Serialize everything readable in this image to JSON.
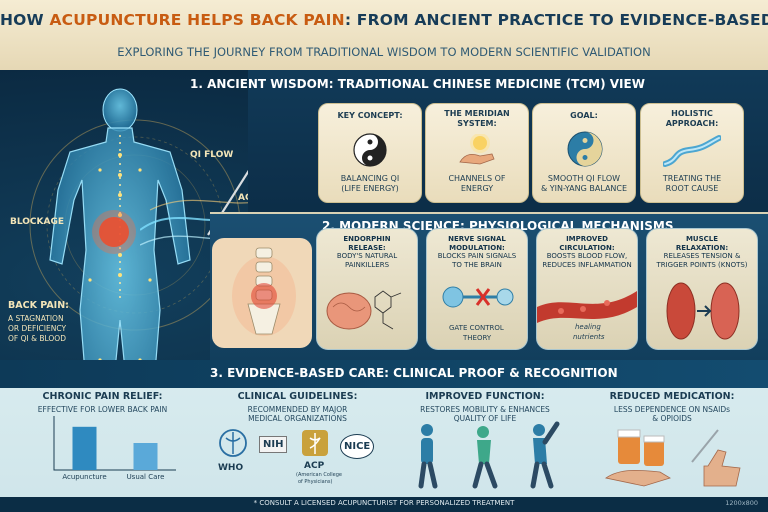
{
  "header": {
    "title_part1": "HOW ",
    "title_accent": "ACUPUNCTURE HELPS BACK PAIN",
    "title_part2": ": FROM ANCIENT PRACTICE TO EVIDENCE-BASED CARE",
    "subtitle": "EXPLORING THE JOURNEY FROM TRADITIONAL WISDOM TO MODERN SCIENTIFIC VALIDATION"
  },
  "figure_labels": {
    "qi_flow": "QI FLOW",
    "acupoint": "ACUPOINT",
    "blockage": "BLOCKAGE",
    "back_pain_title": "BACK PAIN:",
    "back_pain_l1": "A STAGNATION",
    "back_pain_l2": "OR DEFICIENCY",
    "back_pain_l3": "OF QI & BLOOD"
  },
  "section1": {
    "title": "1. ANCIENT WISDOM: TRADITIONAL CHINESE MEDICINE (TCM) VIEW",
    "cards": [
      {
        "head1": "KEY CONCEPT:",
        "head2": "",
        "body1": "BALANCING QI",
        "body2": "(LIFE ENERGY)",
        "icon": "yin-yang-icon"
      },
      {
        "head1": "THE MERIDIAN",
        "head2": "SYSTEM:",
        "body1": "CHANNELS OF",
        "body2": "ENERGY",
        "icon": "hand-light-icon"
      },
      {
        "head1": "GOAL:",
        "head2": "",
        "body1": "SMOOTH QI FLOW",
        "body2": "& YIN-YANG BALANCE",
        "icon": "yin-yang-swirl-icon"
      },
      {
        "head1": "HOLISTIC",
        "head2": "APPROACH:",
        "body1": "TREATING THE",
        "body2": "ROOT CAUSE",
        "icon": "river-icon"
      }
    ]
  },
  "section2": {
    "title": "2. MODERN SCIENCE: PHYSIOLOGICAL MECHANISMS",
    "cards": [
      {
        "l1": "ENDORPHIN",
        "l2": "RELEASE:",
        "l3": "BODY'S NATURAL",
        "l4": "PAINKILLERS",
        "icon": "brain-molecule-icon"
      },
      {
        "l1": "NERVE SIGNAL",
        "l2": "MODULATION:",
        "l3": "BLOCKS PAIN SIGNALS",
        "l4": "TO THE BRAIN",
        "icon": "nerve-gate-icon",
        "caption1": "GATE CONTROL",
        "caption2": "THEORY"
      },
      {
        "l1": "IMPROVED",
        "l2": "CIRCULATION:",
        "l3": "BOOSTS BLOOD FLOW,",
        "l4": "REDUCES INFLAMMATION",
        "icon": "blood-vessel-icon",
        "caption1": "healing",
        "caption2": "nutrients"
      },
      {
        "l1": "MUSCLE",
        "l2": "RELAXATION:",
        "l3": "RELEASES TENSION &",
        "l4": "TRIGGER POINTS (KNOTS)",
        "icon": "muscle-icon"
      }
    ]
  },
  "section3": {
    "title": "3. EVIDENCE-BASED CARE: CLINICAL PROOF & RECOGNITION",
    "col1": {
      "head": "CHRONIC PAIN RELIEF:",
      "sub": "EFFECTIVE FOR LOWER BACK PAIN"
    },
    "col2": {
      "head": "CLINICAL GUIDELINES:",
      "sub1": "RECOMMENDED BY MAJOR",
      "sub2": "MEDICAL ORGANIZATIONS",
      "orgs": [
        "WHO",
        "NIH",
        "ACP",
        "NICE"
      ],
      "acp_note1": "(American College",
      "acp_note2": "of Physicians)"
    },
    "col3": {
      "head": "IMPROVED FUNCTION:",
      "sub1": "RESTORES MOBILITY & ENHANCES",
      "sub2": "QUALITY OF LIFE"
    },
    "col4": {
      "head": "REDUCED MEDICATION:",
      "sub1": "LESS DEPENDENCE ON NSAIDs",
      "sub2": "& OPIOIDS"
    }
  },
  "chart_data": {
    "type": "bar",
    "categories": [
      "Acupuncture",
      "Usual Care"
    ],
    "values": [
      4,
      2.5
    ],
    "ylim": [
      0,
      5
    ],
    "colors": [
      "#2f8ac0",
      "#5aa9d9"
    ]
  },
  "footer": {
    "note": "* CONSULT A LICENSED ACUPUNCTURIST FOR PERSONALIZED TREATMENT",
    "dimensions": "1200x800"
  },
  "colors": {
    "accent": "#c85c12",
    "navy": "#173c58",
    "gold": "#e0c07a",
    "teal": "#2f8ac0"
  }
}
